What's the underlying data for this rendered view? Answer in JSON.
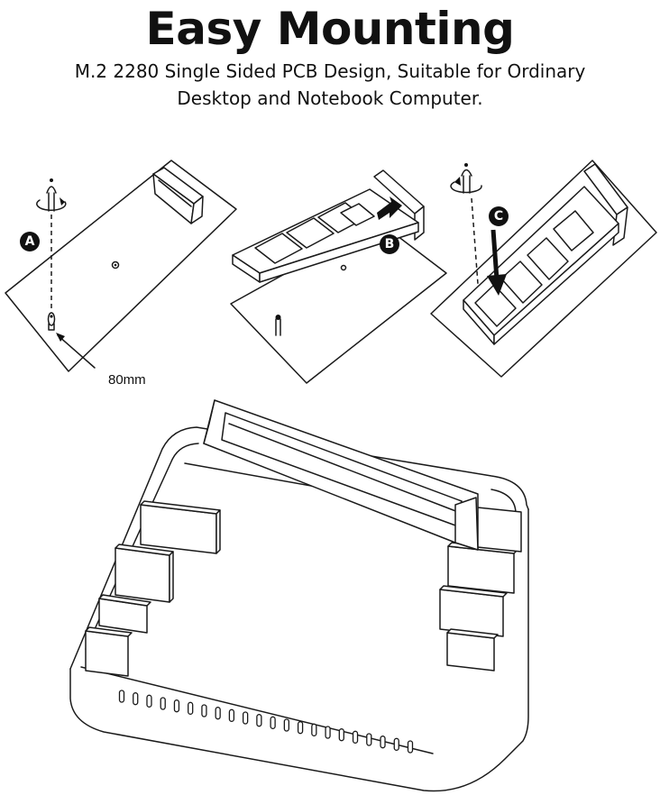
{
  "header": {
    "title": "Easy Mounting",
    "subtitle_line1": "M.2 2280 Single Sided PCB Design, Suitable for Ordinary",
    "subtitle_line2": "Desktop and Notebook Computer."
  },
  "steps": [
    {
      "badge": "A"
    },
    {
      "badge": "B"
    },
    {
      "badge": "C"
    }
  ],
  "measurement_label": "80mm"
}
